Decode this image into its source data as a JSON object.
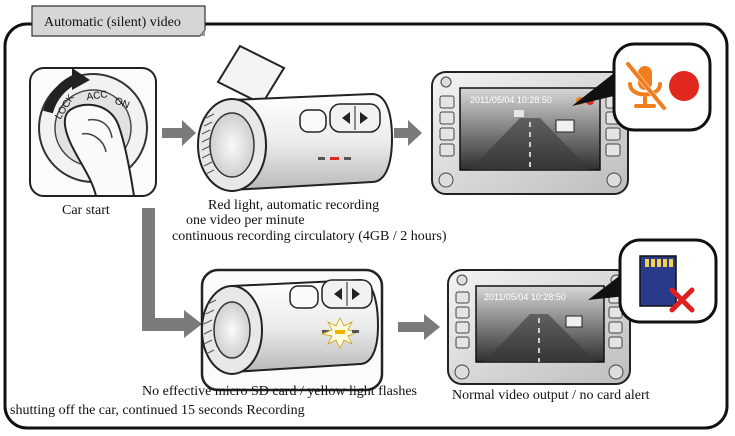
{
  "title": "Automatic (silent) video",
  "steps": {
    "car_start": "Car start",
    "red_light": "Red light, automatic recording",
    "one_video": "one video per minute",
    "continuous": "continuous recording circulatory (4GB / 2 hours)",
    "no_card": "No effective micro SD card / yellow light flashes",
    "shutting_off": "shutting off the car, continued 15 seconds Recording",
    "normal_output": "Normal video output / no card alert"
  },
  "ignition": {
    "lock": "LOCK",
    "acc": "ACC",
    "on": "ON"
  },
  "screen_timestamp": "2011/05/04  10:28:50",
  "colors": {
    "record_red": "#e0281e",
    "mute_orange": "#f07e1e",
    "alert_red": "#e02020",
    "sd_blue": "#2a3a8a",
    "arrow_gray": "#7b7b7b",
    "title_tab": "#d4d4d4"
  },
  "icons": [
    "mute-microphone-icon",
    "record-dot-icon",
    "sd-card-icon",
    "no-card-x-icon",
    "arrow-right-icon"
  ]
}
